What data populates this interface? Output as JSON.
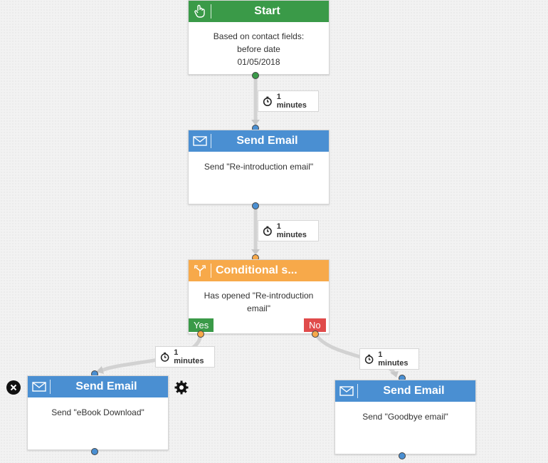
{
  "nodes": {
    "start": {
      "title": "Start",
      "icon": "hand-pointer-icon",
      "body_lines": [
        "Based on contact fields:",
        "before date",
        "01/05/2018"
      ]
    },
    "email_reintro": {
      "title": "Send Email",
      "icon": "envelope-icon",
      "body": "Send \"Re-introduction email\""
    },
    "conditional": {
      "title": "Conditional s...",
      "icon": "split-icon",
      "body_lines": [
        "Has opened \"Re-introduction",
        "email\""
      ],
      "yes_label": "Yes",
      "no_label": "No"
    },
    "email_ebook": {
      "title": "Send Email",
      "icon": "envelope-icon",
      "body": "Send \"eBook Download\""
    },
    "email_goodbye": {
      "title": "Send Email",
      "icon": "envelope-icon",
      "body": "Send \"Goodbye email\""
    }
  },
  "delays": {
    "d1": "1 minutes",
    "d2": "1 minutes",
    "d3": "1 minutes",
    "d4": "1 minutes"
  },
  "colors": {
    "start": "#3a9a48",
    "email": "#4a8fd2",
    "conditional": "#f7a94a",
    "yes": "#3a9a48",
    "no": "#e04b4b"
  }
}
